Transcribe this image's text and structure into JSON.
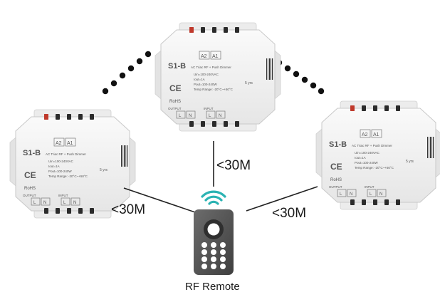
{
  "devices": [
    {
      "model": "S1-B",
      "subtitle": "AC Triac RF + Push Dimmer",
      "spec_lines": [
        "Uin=100-240VAC",
        "Iout=1A",
        "Pout=100-240W",
        "Temp Range: -20°C~+50°C"
      ],
      "output_label": "OUTPUT",
      "input_label": "INPUT",
      "terminal_a2": "A2",
      "terminal_a1": "A1",
      "terminal_l": "L",
      "terminal_n": "N",
      "mark_ce": "CE",
      "mark_rohs": "RoHS",
      "mark_years": "5 yrs"
    },
    {
      "model": "S1-B",
      "subtitle": "AC Triac RF + Push Dimmer",
      "spec_lines": [
        "Uin=100-240VAC",
        "Iout=1A",
        "Pout=100-240W",
        "Temp Range: -20°C~+50°C"
      ],
      "output_label": "OUTPUT",
      "input_label": "INPUT",
      "terminal_a2": "A2",
      "terminal_a1": "A1",
      "terminal_l": "L",
      "terminal_n": "N",
      "mark_ce": "CE",
      "mark_rohs": "RoHS",
      "mark_years": "5 yrs"
    },
    {
      "model": "S1-B",
      "subtitle": "AC Triac RF + Push Dimmer",
      "spec_lines": [
        "Uin=100-240VAC",
        "Iout=1A",
        "Pout=100-240W",
        "Temp Range: -20°C~+50°C"
      ],
      "output_label": "OUTPUT",
      "input_label": "INPUT",
      "terminal_a2": "A2",
      "terminal_a1": "A1",
      "terminal_l": "L",
      "terminal_n": "N",
      "mark_ce": "CE",
      "mark_rohs": "RoHS",
      "mark_years": "5 yrs"
    }
  ],
  "distances": {
    "left": "<30M",
    "center": "<30M",
    "right": "<30M"
  },
  "remote": {
    "caption": "RF Remote"
  },
  "colors": {
    "device_body": "#f2f2f2",
    "device_outline": "#c9c9c9",
    "terminal_screw": "#2b2b2b",
    "led_red": "#c0392b",
    "wifi_signal": "#2bb3b3",
    "remote_body": "#5a5a5a",
    "dots": "#111111",
    "line": "#222222"
  },
  "icons": {
    "signal": "wifi-signal-icon",
    "barcode": "barcode-icon"
  }
}
